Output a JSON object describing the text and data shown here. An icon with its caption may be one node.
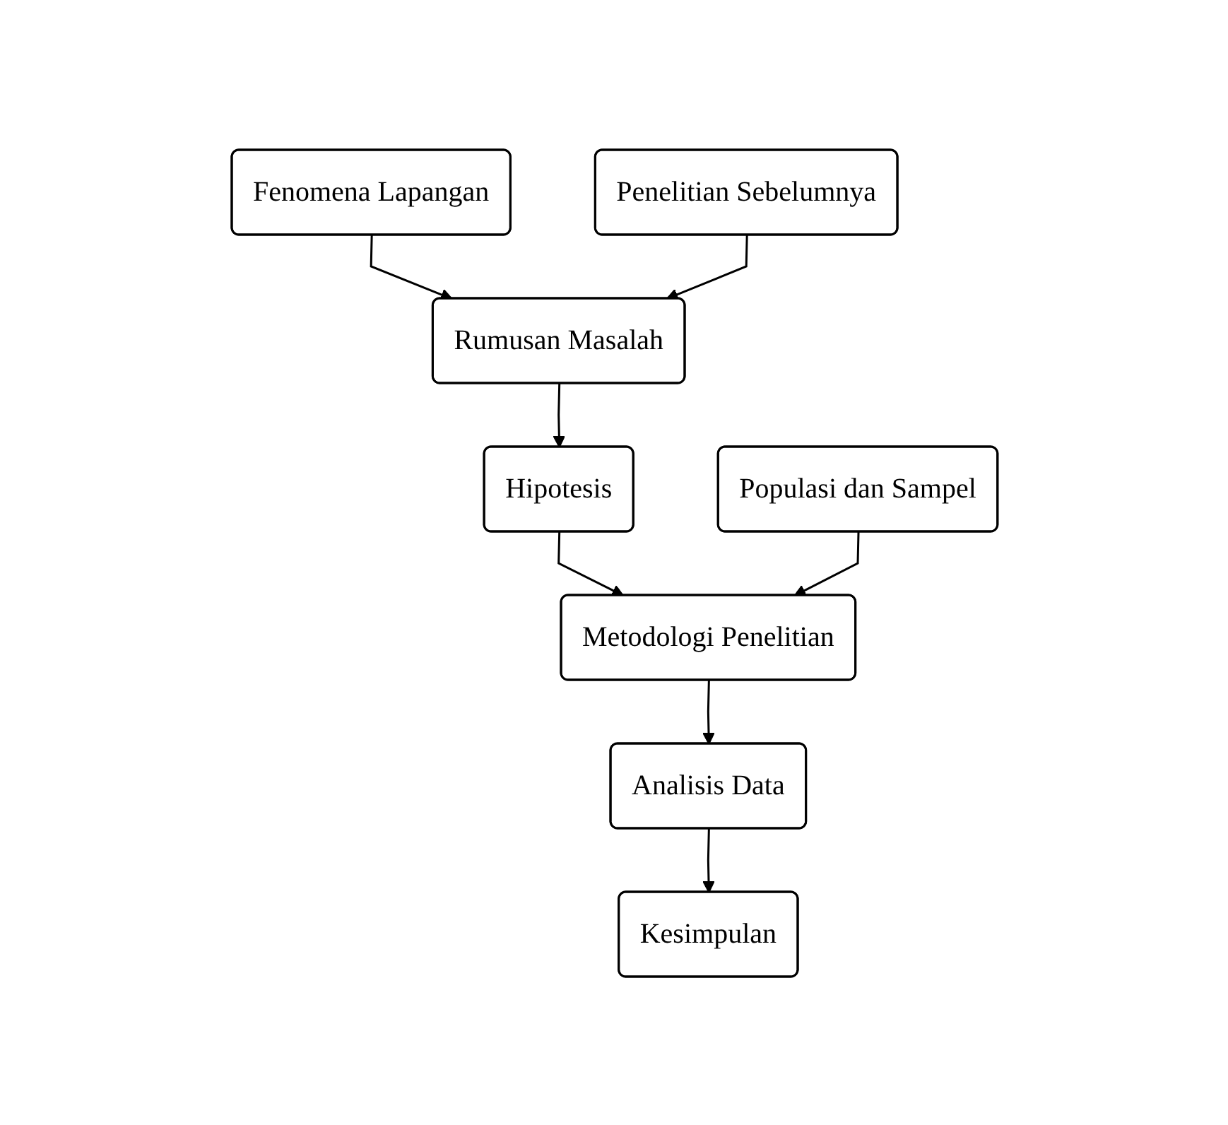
{
  "diagram": {
    "nodes": [
      {
        "text": [
          "Fenomena Lapangan"
        ]
      },
      {
        "text": [
          "Penelitian Sebelumnya"
        ]
      },
      {
        "text": [
          "Rumusan Masalah"
        ]
      },
      {
        "text": [
          "Hipotesis"
        ]
      },
      {
        "text": [
          "Metodologi Penelitian"
        ]
      },
      {
        "text": [
          "Populasi dan Sampel"
        ]
      },
      {
        "text": [
          "Analisis Data"
        ]
      },
      {
        "text": [
          "Kesimpulan"
        ]
      }
    ],
    "edges": [
      {
        "from": 0,
        "to": 2,
        "arrow": "to"
      },
      {
        "from": 1,
        "to": 2,
        "arrow": "to"
      },
      {
        "from": 2,
        "to": 3,
        "arrow": "to"
      },
      {
        "from": 3,
        "to": 4,
        "arrow": "to"
      },
      {
        "from": 5,
        "to": 4,
        "arrow": "to"
      },
      {
        "from": 4,
        "to": 6,
        "arrow": "to"
      },
      {
        "from": 6,
        "to": 7,
        "arrow": "to"
      }
    ]
  }
}
